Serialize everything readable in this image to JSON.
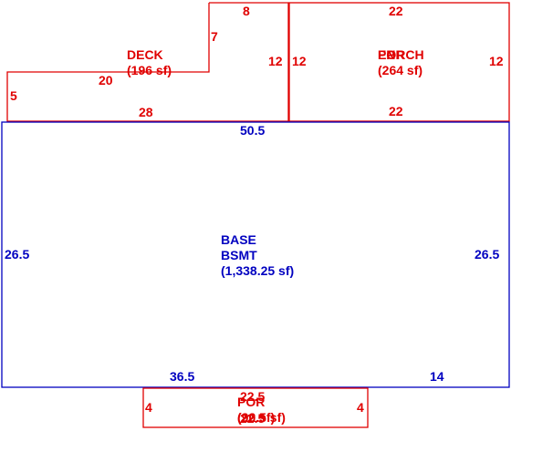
{
  "colors": {
    "upper": "#e00000",
    "base": "#0000c0"
  },
  "deck": {
    "name": "DECK",
    "area": "(196 sf)",
    "dims": {
      "top": "8",
      "step_side": "7",
      "step_top": "20",
      "left": "5",
      "bottom": "28",
      "right": "12"
    }
  },
  "enclosed_porch": {
    "name_overlay_1": "EP",
    "name_overlay_2": "ENR",
    "name_overlay_3": "PORCH",
    "area": "(264 sf)",
    "dims": {
      "top": "22",
      "left": "12",
      "right": "12",
      "bottom": "22"
    }
  },
  "base": {
    "name": "BASE",
    "sub": "BSMT",
    "area": "(1,338.25 sf)",
    "dims": {
      "top": "50.5",
      "left": "26.5",
      "right": "26.5",
      "bottom_left": "36.5",
      "bottom_right": "14"
    }
  },
  "front_porch": {
    "name": "POR",
    "area_a": "(90 sf)",
    "area_b": "(22.5 sf)",
    "dims": {
      "top": "22.5",
      "left": "4",
      "right": "4",
      "bottom": "22.5"
    }
  }
}
